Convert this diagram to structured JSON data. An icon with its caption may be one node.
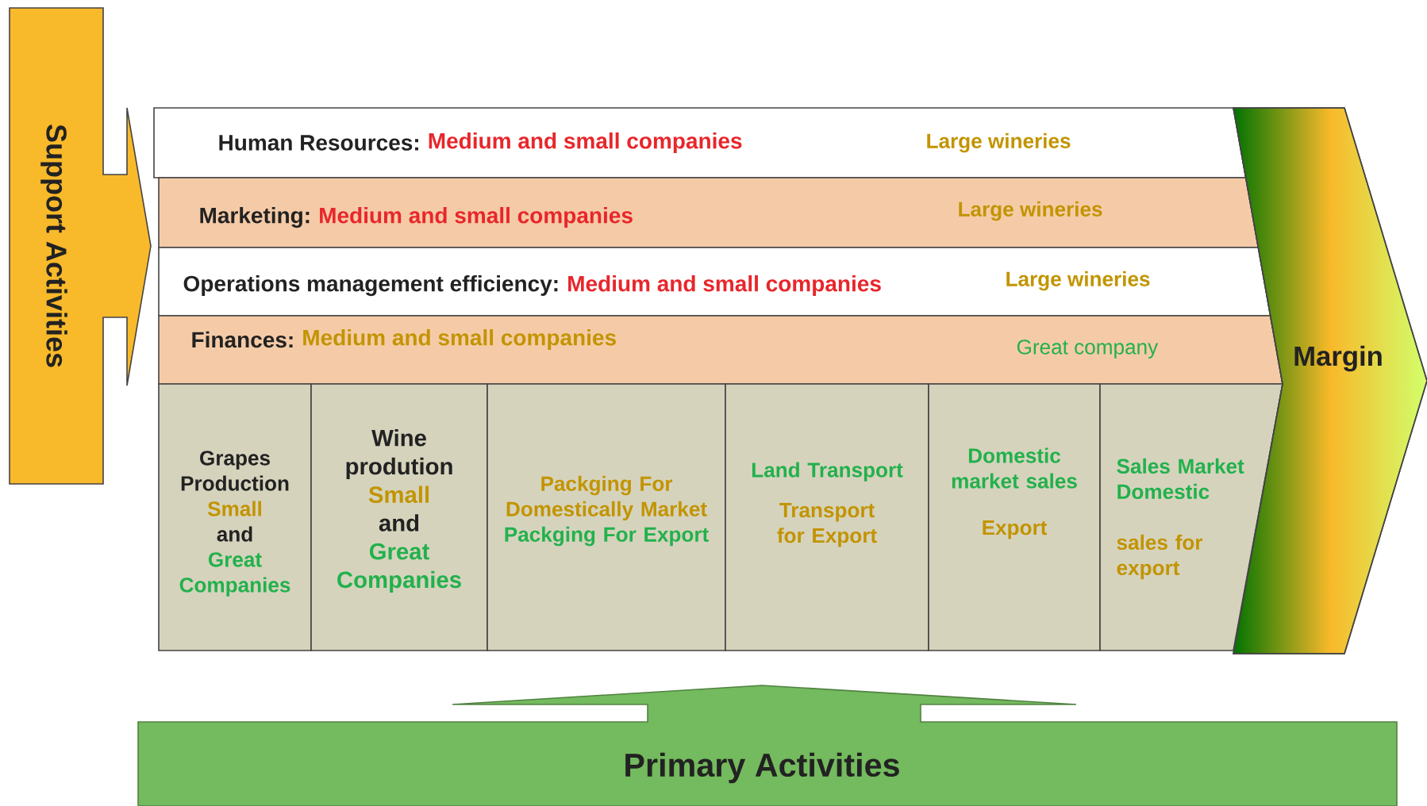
{
  "diagram": {
    "nodes": [
      {
        "text": [
          "Support Activities"
        ]
      },
      {
        "text": [
          "Human Resources:",
          "Medium and small companies",
          "Large wineries"
        ]
      },
      {
        "text": [
          "Marketing:",
          "Medium and small companies",
          "Large wineries"
        ]
      },
      {
        "text": [
          "Operations management efficiency:",
          "Medium and small companies",
          "Large wineries"
        ]
      },
      {
        "text": [
          "Finances:",
          "Medium and small companies",
          "Great company"
        ]
      },
      {
        "text": [
          "Grapes Production",
          "Small",
          "and",
          "Great Companies"
        ]
      },
      {
        "text": [
          "Wine prodution",
          "Small",
          "and",
          "Great Companies"
        ]
      },
      {
        "text": [
          "Packging For Domestically Market",
          "Packging For Export"
        ]
      },
      {
        "text": [
          "Land Transport",
          "Transport for Export"
        ]
      },
      {
        "text": [
          "Domestic market sales",
          "Export"
        ]
      },
      {
        "text": [
          "Sales Market Domestic",
          "sales for export"
        ]
      },
      {
        "text": [
          "Margin"
        ]
      },
      {
        "text": [
          "Primary Activities"
        ]
      }
    ]
  }
}
